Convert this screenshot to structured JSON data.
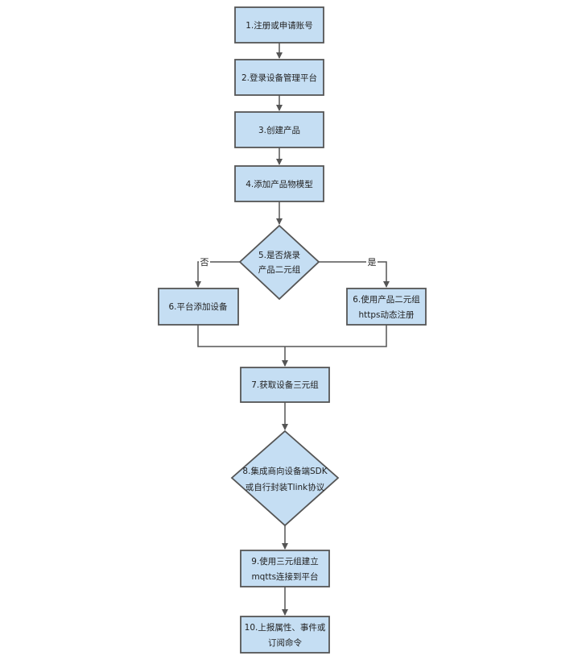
{
  "style": {
    "box_fill": "#c5def3",
    "box_stroke": "#555555",
    "edge_color": "#555555",
    "background": "#ffffff"
  },
  "nodes": {
    "n1": [
      "1.注册或申请账号"
    ],
    "n2": [
      "2.登录设备管理平台"
    ],
    "n3": [
      "3.创建产品"
    ],
    "n4": [
      "4.添加产品物模型"
    ],
    "n5": [
      "5.是否烧录",
      "产品二元组"
    ],
    "n6a": [
      "6.平台添加设备"
    ],
    "n6b": [
      "6.使用产品二元组",
      "https动态注册"
    ],
    "n7": [
      "7.获取设备三元组"
    ],
    "n8": [
      "8.集成商向设备端SDK",
      "或自行封装Tlink协议"
    ],
    "n9": [
      "9.使用三元组建立",
      "mqtts连接到平台"
    ],
    "n10": [
      "10.上报属性、事件或",
      "订阅命令"
    ]
  },
  "edge_labels": {
    "no": "否",
    "yes": "是"
  }
}
